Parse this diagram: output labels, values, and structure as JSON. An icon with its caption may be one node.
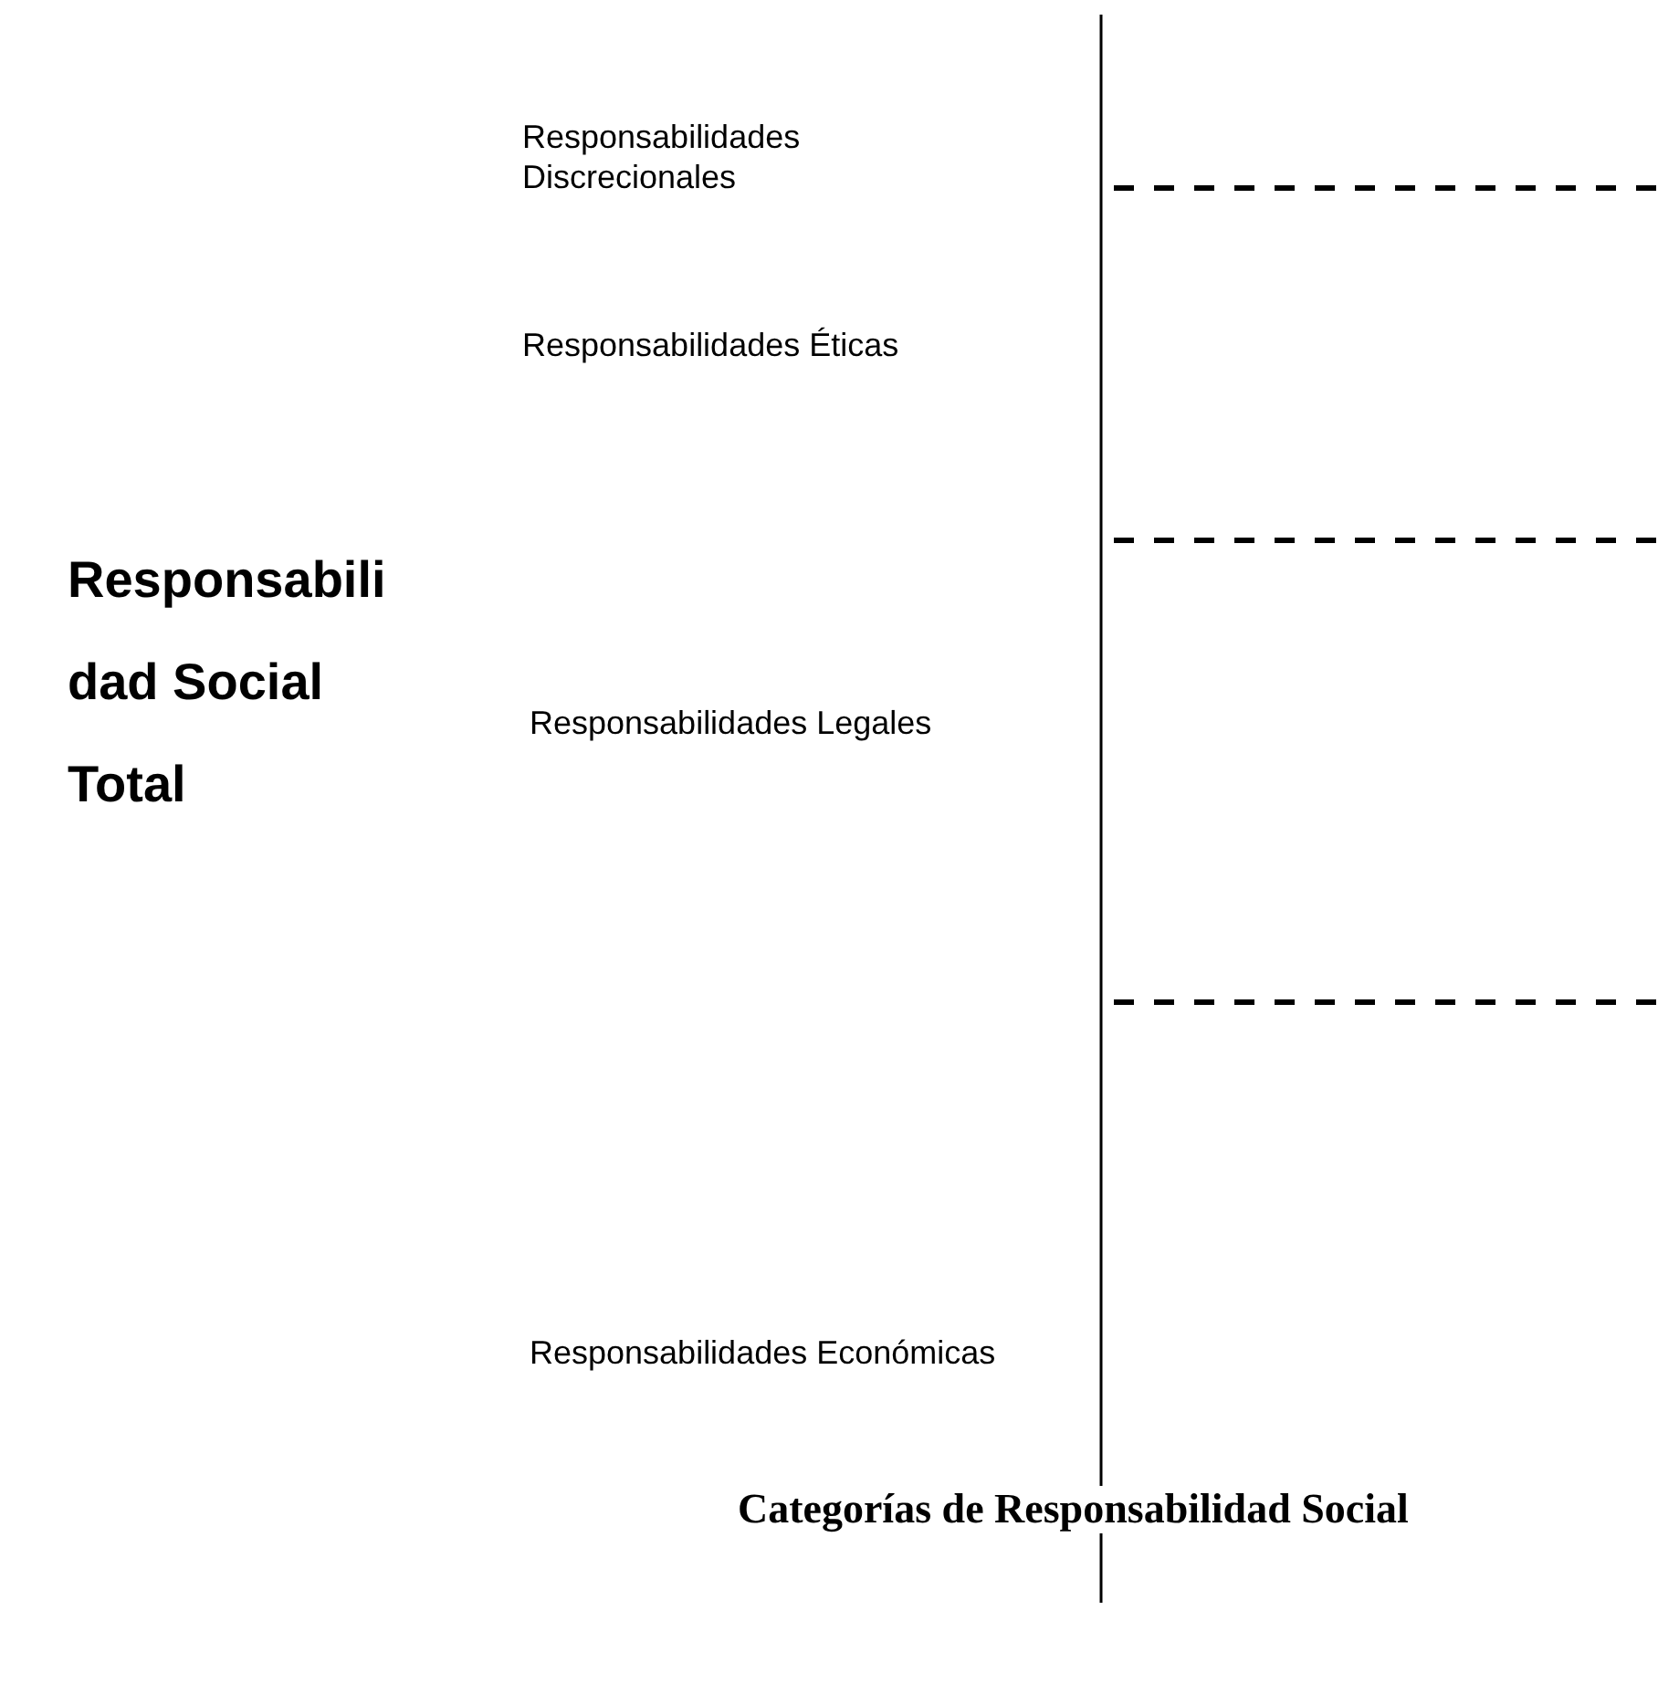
{
  "diagram": {
    "caption": "Categorías de Responsabilidad Social",
    "labels": [
      "Responsabilidades Discrecionales",
      "Responsabilidades Éticas",
      "Responsabilidad Social Total",
      "Responsabilidades Legales",
      "Responsabilidades Económicas"
    ]
  }
}
